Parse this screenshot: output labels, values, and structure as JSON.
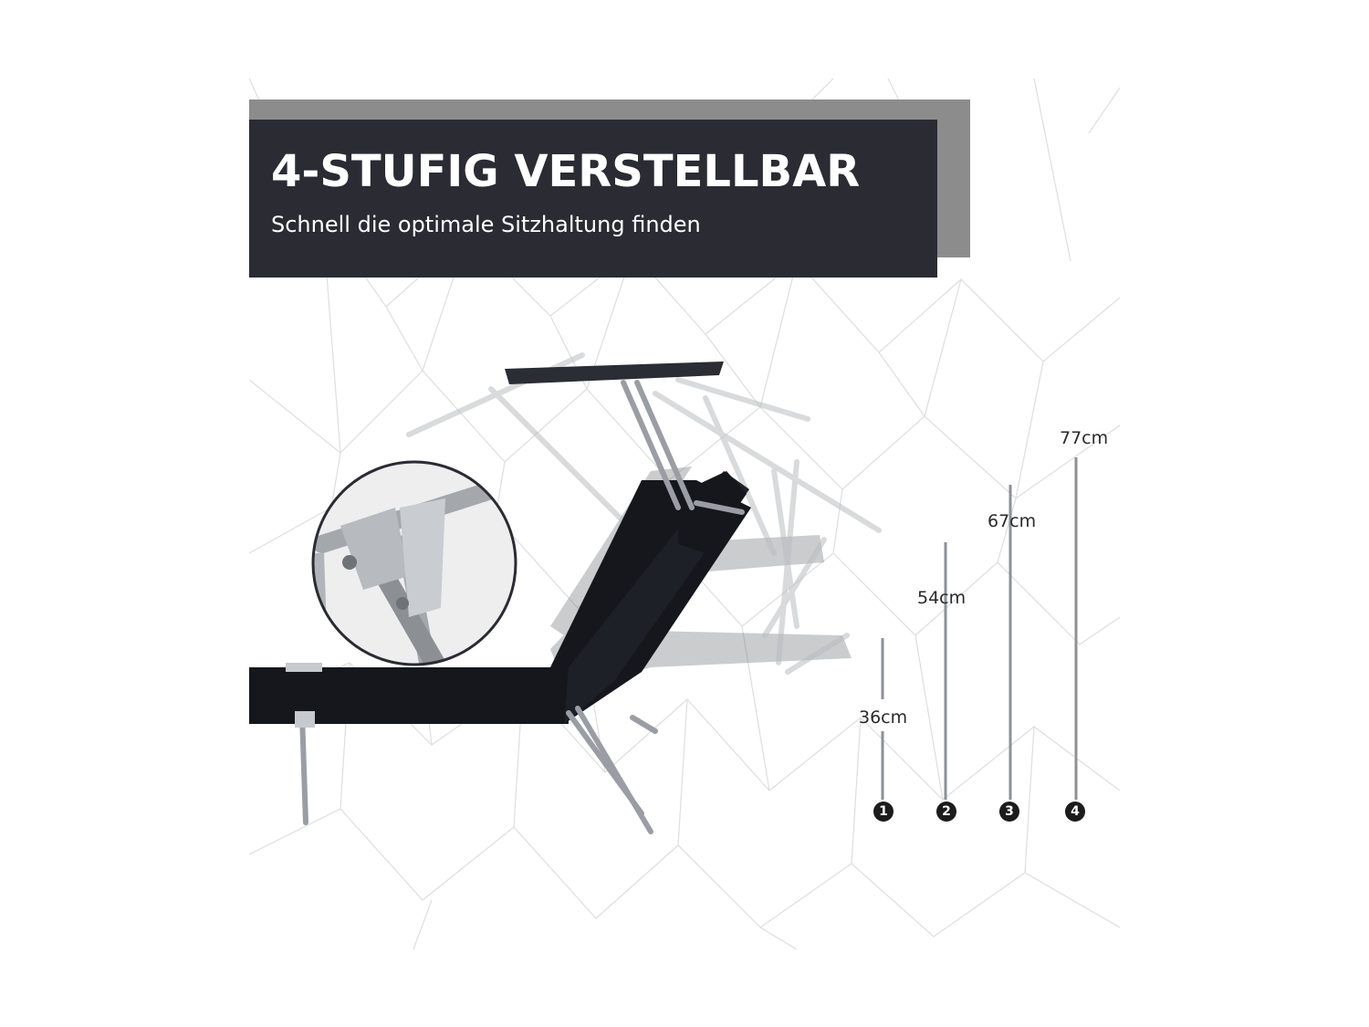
{
  "banner": {
    "headline": "4-STUFIG VERSTELLBAR",
    "subline": "Schnell die optimale Sitzhaltung finden"
  },
  "positions": [
    {
      "step": "1",
      "height_label": "36cm"
    },
    {
      "step": "2",
      "height_label": "54cm"
    },
    {
      "step": "3",
      "height_label": "67cm"
    },
    {
      "step": "4",
      "height_label": "77cm"
    }
  ],
  "colors": {
    "banner_bg": "#2a2b33",
    "banner_shadow": "#8c8c8c",
    "fabric": "#15171c",
    "frame": "#9a9ea4",
    "pattern_line": "#dcdcdc"
  }
}
